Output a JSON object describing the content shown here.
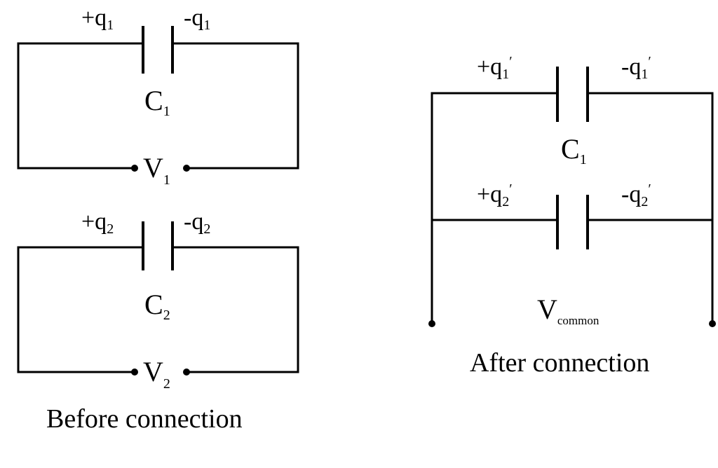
{
  "before": {
    "top": {
      "left_charge": {
        "sign": "+q",
        "sub": "1"
      },
      "right_charge": {
        "sign": "-q",
        "sub": "1"
      },
      "cap_label": {
        "main": "C",
        "sub": "1"
      },
      "volt_label": {
        "main": "V",
        "sub": "1"
      }
    },
    "bottom": {
      "left_charge": {
        "sign": "+q",
        "sub": "2"
      },
      "right_charge": {
        "sign": "-q",
        "sub": "2"
      },
      "cap_label": {
        "main": "C",
        "sub": "2"
      },
      "volt_label": {
        "main": "V",
        "sub": "2"
      }
    },
    "caption": "Before connection"
  },
  "after": {
    "top_left_charge": {
      "sign": "+q",
      "sub": "1",
      "prime": "′"
    },
    "top_right_charge": {
      "sign": "-q",
      "sub": "1",
      "prime": "′"
    },
    "cap_label": {
      "main": "C",
      "sub": "1"
    },
    "bottom_left_charge": {
      "sign": "+q",
      "sub": "2",
      "prime": "′"
    },
    "bottom_right_charge": {
      "sign": "-q",
      "sub": "2",
      "prime": "′"
    },
    "volt_label": {
      "main": "V",
      "sub": "common"
    },
    "caption": "After connection"
  }
}
